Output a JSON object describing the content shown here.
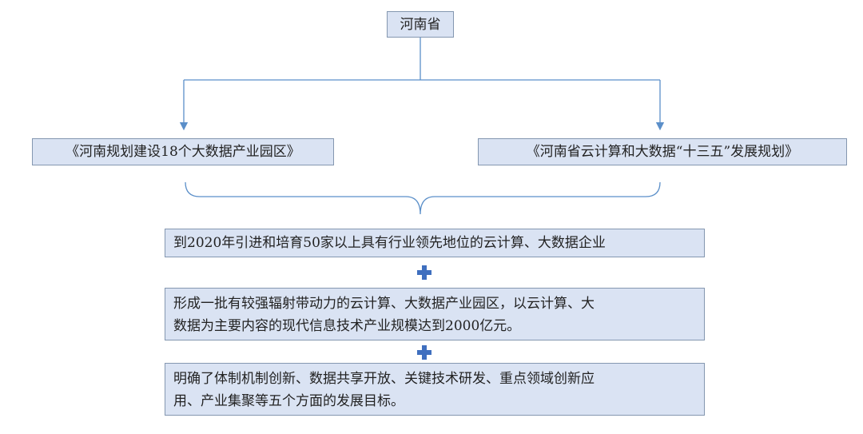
{
  "root": {
    "label": "河南省"
  },
  "branches": [
    {
      "label": "《河南规划建设18个大数据产业园区》"
    },
    {
      "label": "《河南省云计算和大数据“十三五”发展规划》"
    }
  ],
  "goals": [
    {
      "lines": [
        "到2020年引进和培育50家以上具有行业领先地位的云计算、大数据企业"
      ]
    },
    {
      "lines": [
        "形成一批有较强辐射带动力的云计算、大数据产业园区，以云计算、大",
        "数据为主要内容的现代信息技术产业规模达到2000亿元。"
      ]
    },
    {
      "lines": [
        "明确了体制机制创新、数据共享开放、关键技术研发、重点领域创新应",
        "用、产业集聚等五个方面的发展目标。"
      ]
    }
  ],
  "colors": {
    "box_fill": "#dae3f3",
    "box_border": "#8497b0",
    "connector": "#5b8fc9",
    "plus": "#3f6fbf"
  },
  "icons": [
    "plus-icon",
    "plus-icon"
  ]
}
